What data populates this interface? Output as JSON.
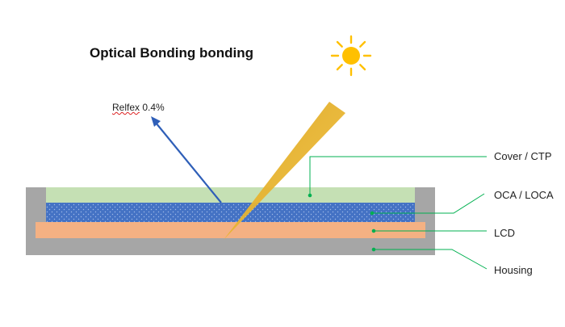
{
  "title": "Optical Bonding bonding",
  "reflection": {
    "word": "Relfex",
    "value": "0.4%"
  },
  "layers": {
    "cover": "Cover / CTP",
    "oca": "OCA / LOCA",
    "lcd": "LCD",
    "housing": "Housing"
  },
  "colors": {
    "housing": "#a6a6a6",
    "cover": "#c5e0b4",
    "oca": "#4472c4",
    "lcd": "#f4b183",
    "leader": "#00b050",
    "ray": "#e6b325",
    "reflected_ray": "#2f5fb8",
    "sun": "#ffc000"
  },
  "icons": {
    "sun": "sun-icon"
  }
}
